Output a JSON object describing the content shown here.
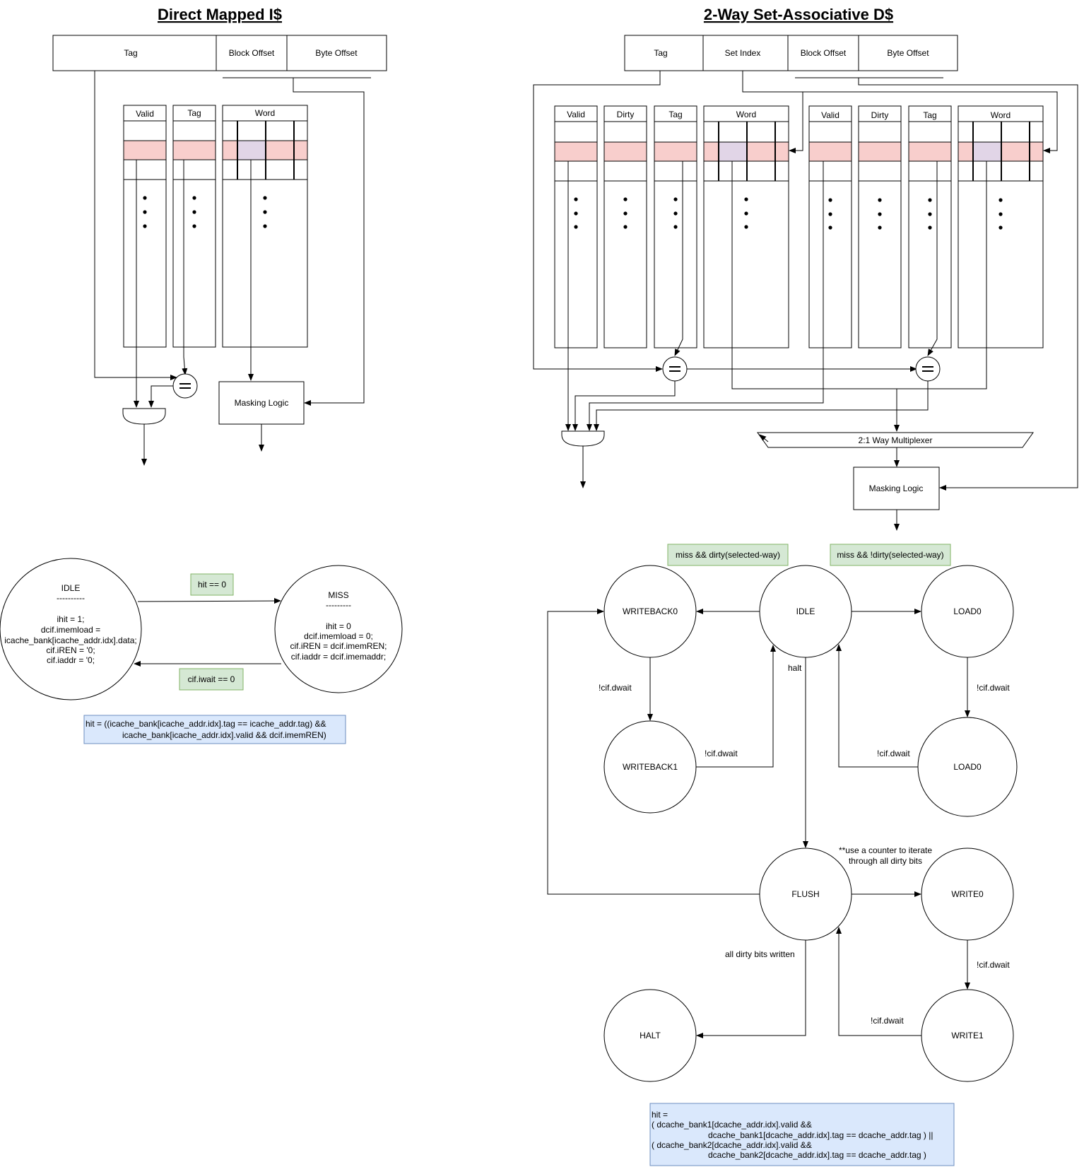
{
  "titles": {
    "left": "Direct Mapped I$",
    "right": "2-Way Set-Associative D$"
  },
  "icache": {
    "addr_fields": [
      "Tag",
      "Block Offset",
      "Byte Offset"
    ],
    "columns": [
      "Valid",
      "Tag",
      "Word"
    ],
    "masking": "Masking Logic",
    "fsm": {
      "idle_name": "IDLE",
      "idle_sep": "----------",
      "idle_lines": [
        "ihit = 1;",
        "dcif.imemload =",
        "icache_bank[icache_addr.idx].data;",
        "cif.iREN = '0;",
        "cif.iaddr = '0;"
      ],
      "miss_name": "MISS",
      "miss_sep": "---------",
      "miss_lines": [
        "ihit = 0",
        "dcif.imemload = 0;",
        "cif.iREN = dcif.imemREN;",
        "cif.iaddr = dcif.imemaddr;"
      ],
      "hit_cond": "hit == 0",
      "iwait_cond": "cif.iwait == 0"
    },
    "hit_eq": [
      "hit = ((icache_bank[icache_addr.idx].tag == icache_addr.tag) &&",
      "icache_bank[icache_addr.idx].valid && dcif.imemREN)"
    ]
  },
  "dcache": {
    "addr_fields": [
      "Tag",
      "Set Index",
      "Block Offset",
      "Byte Offset"
    ],
    "columns": [
      "Valid",
      "Dirty",
      "Tag",
      "Word"
    ],
    "mux": "2:1 Way Multiplexer",
    "masking": "Masking Logic",
    "fsm": {
      "states": {
        "writeback0": "WRITEBACK0",
        "idle": "IDLE",
        "load0_a": "LOAD0",
        "writeback1": "WRITEBACK1",
        "load0_b": "LOAD0",
        "flush": "FLUSH",
        "write0": "WRITE0",
        "halt": "HALT",
        "write1": "WRITE1"
      },
      "cond_dirty": "miss && dirty(selected-way)",
      "cond_clean": "miss && !dirty(selected-way)",
      "halt": "halt",
      "dwait1": "!cif.dwait",
      "dwait2": "!cif.dwait",
      "dwait3": "!cif.dwait",
      "dwait4": "!cif.dwait",
      "dwait5": "!cif.dwait",
      "dwait6": "!cif.dwait",
      "counter_note": [
        "**use a counter to iterate",
        "through all dirty bits"
      ],
      "all_written": "all dirty bits written"
    },
    "hit_eq": [
      "hit =",
      "( dcache_bank1[dcache_addr.idx].valid &&",
      "dcache_bank1[dcache_addr.idx].tag == dcache_addr.tag  ) ||",
      "( dcache_bank2[dcache_addr.idx].valid &&",
      "dcache_bank2[dcache_addr.idx].tag == dcache_addr.tag  )"
    ]
  }
}
